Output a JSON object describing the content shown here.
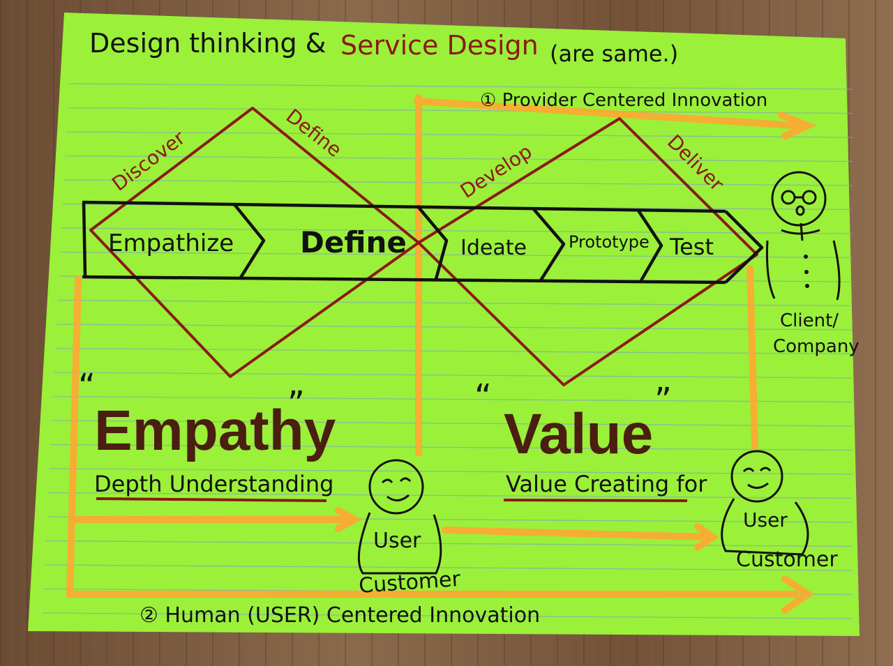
{
  "title": {
    "part1": "Design thinking &",
    "part2": "Service Design",
    "part3": "(are same.)"
  },
  "diamond_labels": {
    "discover": "Discover",
    "define": "Define",
    "develop": "Develop",
    "deliver": "Deliver"
  },
  "process_steps": [
    "Empathize",
    "Define",
    "Ideate",
    "Prototype",
    "Test"
  ],
  "provider": {
    "label": "① Provider Centered Innovation",
    "client_line1": "Client/",
    "client_line2": "Company"
  },
  "empathy": {
    "quote_open": "“",
    "quote_close": "”",
    "heading": "Empathy",
    "subtitle": "Depth Understanding"
  },
  "value": {
    "quote_open": "“",
    "quote_close": "”",
    "heading": "Value",
    "subtitle": "Value Creating for"
  },
  "user_left": {
    "body_label": "User",
    "under_label": "Customer"
  },
  "user_right": {
    "body_label": "User",
    "under_label": "Customer"
  },
  "human": {
    "label": "② Human (USER) Centered Innovation"
  },
  "colors": {
    "paper": "#9bf03a",
    "ink_black": "#111111",
    "ink_red": "#8a1a14",
    "ink_brown": "#4a1e10",
    "highlighter": "#ffa733",
    "ruled_line": "#7fa8b8"
  }
}
